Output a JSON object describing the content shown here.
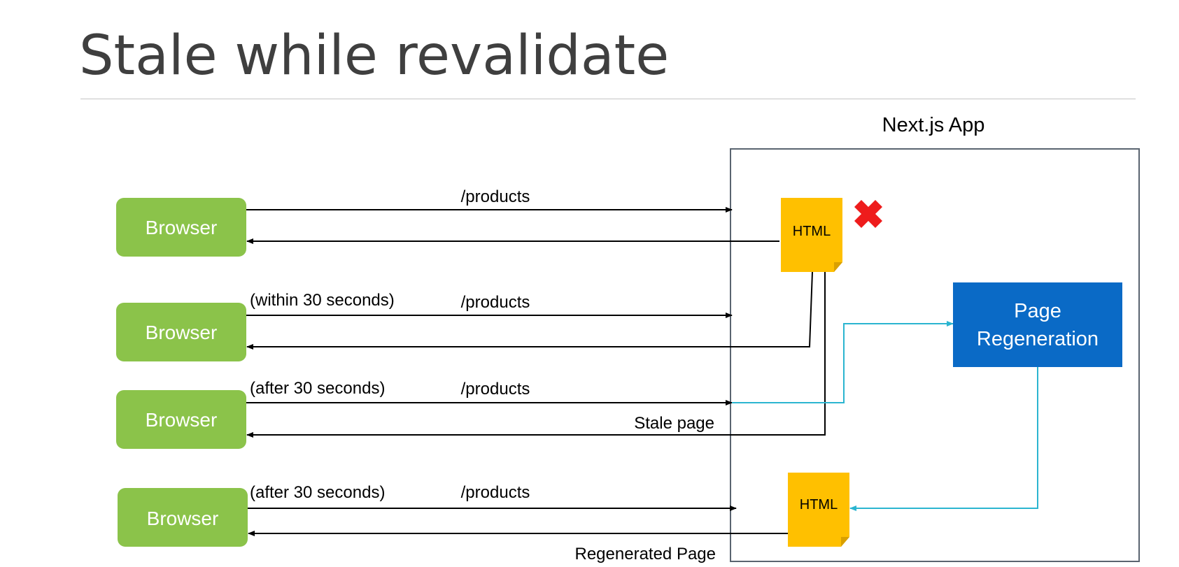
{
  "title": "Stale while revalidate",
  "app_label": "Next.js App",
  "browsers": [
    {
      "label": "Browser",
      "note": "",
      "request": "/products",
      "response": ""
    },
    {
      "label": "Browser",
      "note": "(within 30 seconds)",
      "request": "/products",
      "response": ""
    },
    {
      "label": "Browser",
      "note": "(after 30 seconds)",
      "request": "/products",
      "response": "Stale page"
    },
    {
      "label": "Browser",
      "note": "(after 30 seconds)",
      "request": "/products",
      "response": "Regenerated Page"
    }
  ],
  "html_docs": [
    {
      "label": "HTML",
      "state": "invalidated"
    },
    {
      "label": "HTML",
      "state": "regenerated"
    }
  ],
  "regeneration": {
    "line1": "Page",
    "line2": "Regeneration"
  },
  "colors": {
    "browser": "#8bc34a",
    "html_doc": "#ffc000",
    "html_fold": "#d9a000",
    "regeneration": "#0a6ac6",
    "arrow": "#000000",
    "regen_arrow": "#2bb5d0",
    "invalid_mark": "#ee1c1c",
    "app_border": "#5a6470"
  }
}
